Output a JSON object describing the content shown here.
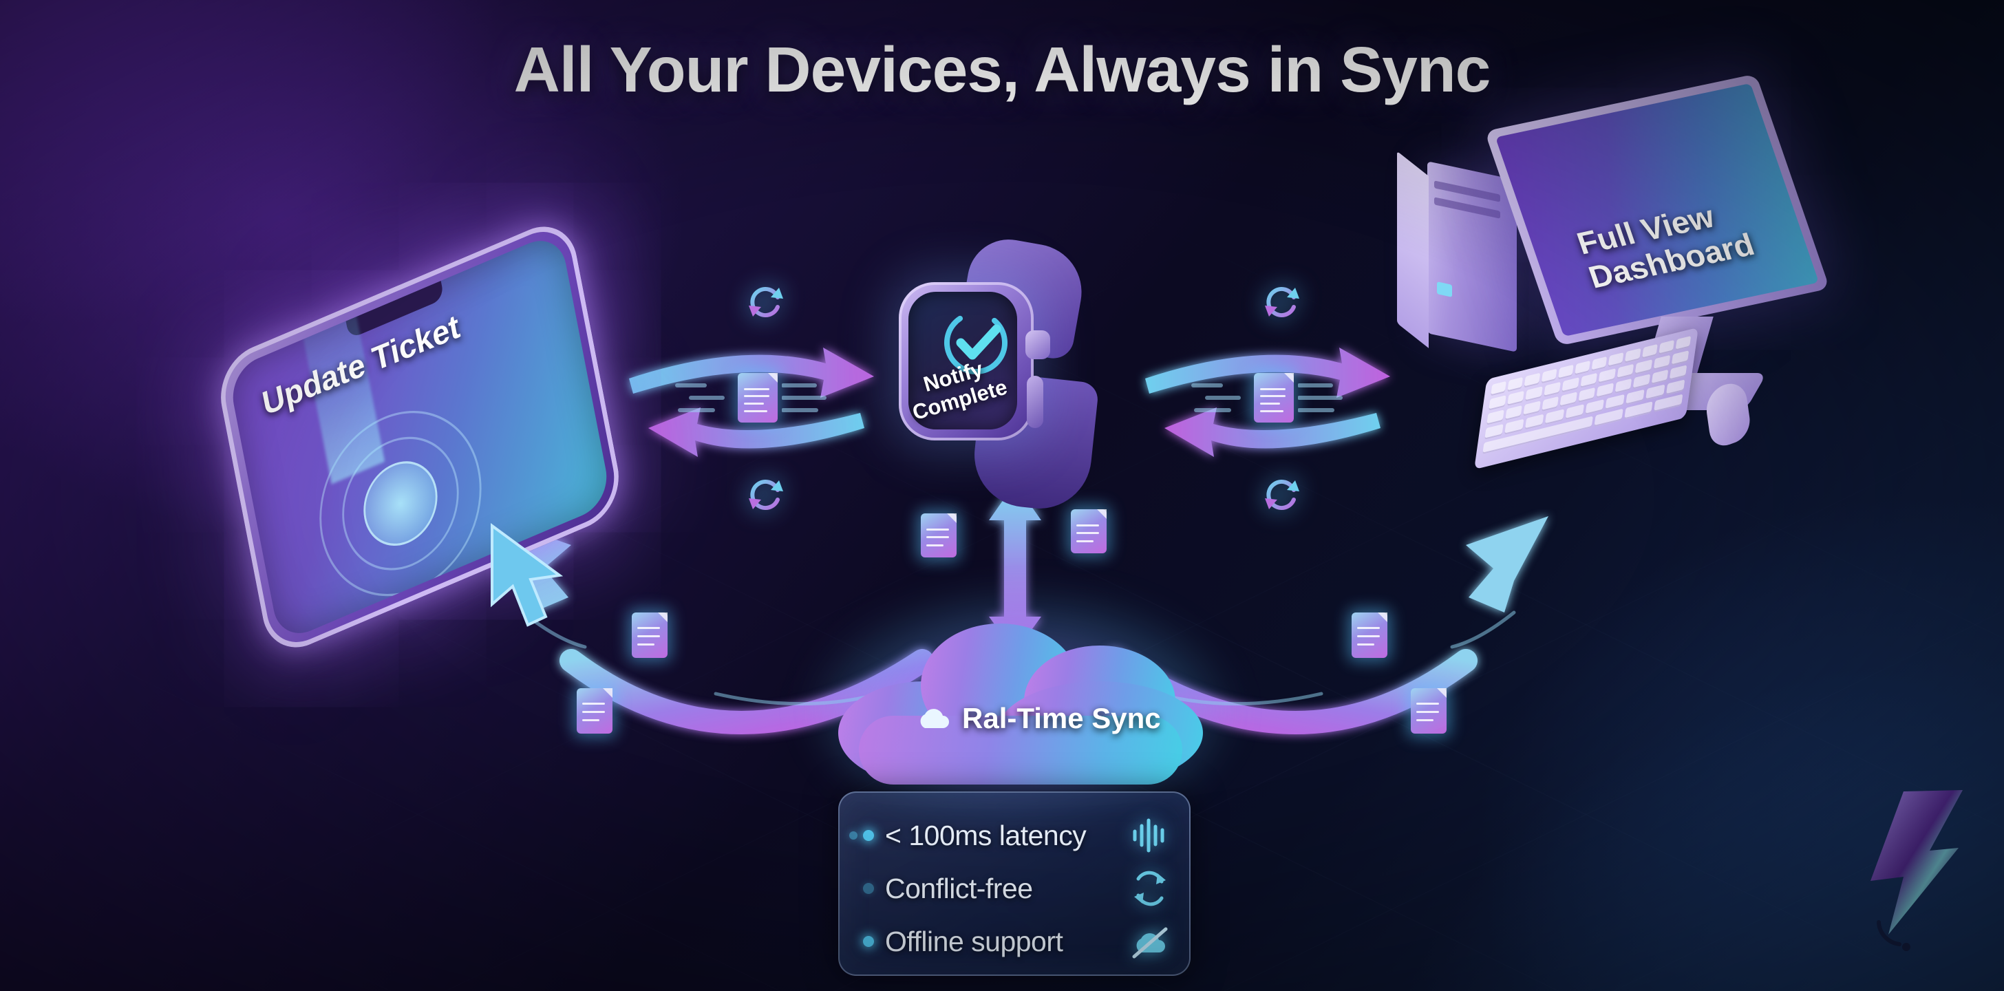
{
  "title": "All Your Devices, Always in Sync",
  "devices": {
    "phone": {
      "label": "Update Ticket",
      "icon": "smartphone-icon",
      "cursor": "mouse-cursor-icon"
    },
    "watch": {
      "label": "Notify Complete",
      "icon": "smartwatch-icon",
      "status_icon": "check-circle-icon"
    },
    "desktop": {
      "label": "Full View Dashboard",
      "icon": "desktop-monitor-icon",
      "tower_icon": "pc-tower-icon",
      "keyboard_icon": "keyboard-icon",
      "mouse_icon": "mouse-icon"
    }
  },
  "hub": {
    "label": "Ral-Time Sync",
    "icon": "cloud-icon"
  },
  "features": {
    "items": [
      {
        "label": "< 100ms latency",
        "icon": "waveform-icon",
        "dot": "twin"
      },
      {
        "label": "Conflict-free",
        "icon": "sync-arrows-icon",
        "dot": "dim"
      },
      {
        "label": "Offline support",
        "icon": "cloud-off-icon",
        "dot": "bright"
      }
    ]
  },
  "sync_icons": {
    "refresh": "refresh-cycle-icon",
    "document": "document-icon",
    "arrow_right": "arrow-right-icon",
    "arrow_left": "arrow-left-icon",
    "arrow_up": "arrow-up-icon",
    "arrow_down": "arrow-down-icon"
  },
  "brand": {
    "logo_icon": "lightning-bolt-logo"
  },
  "colors": {
    "background_start": "#3c1a78",
    "background_end": "#13264c",
    "accent_cyan": "#52c8f0",
    "accent_purple": "#b46ae0",
    "text": "#ffffff",
    "panel_border": "#b0c8f0"
  }
}
